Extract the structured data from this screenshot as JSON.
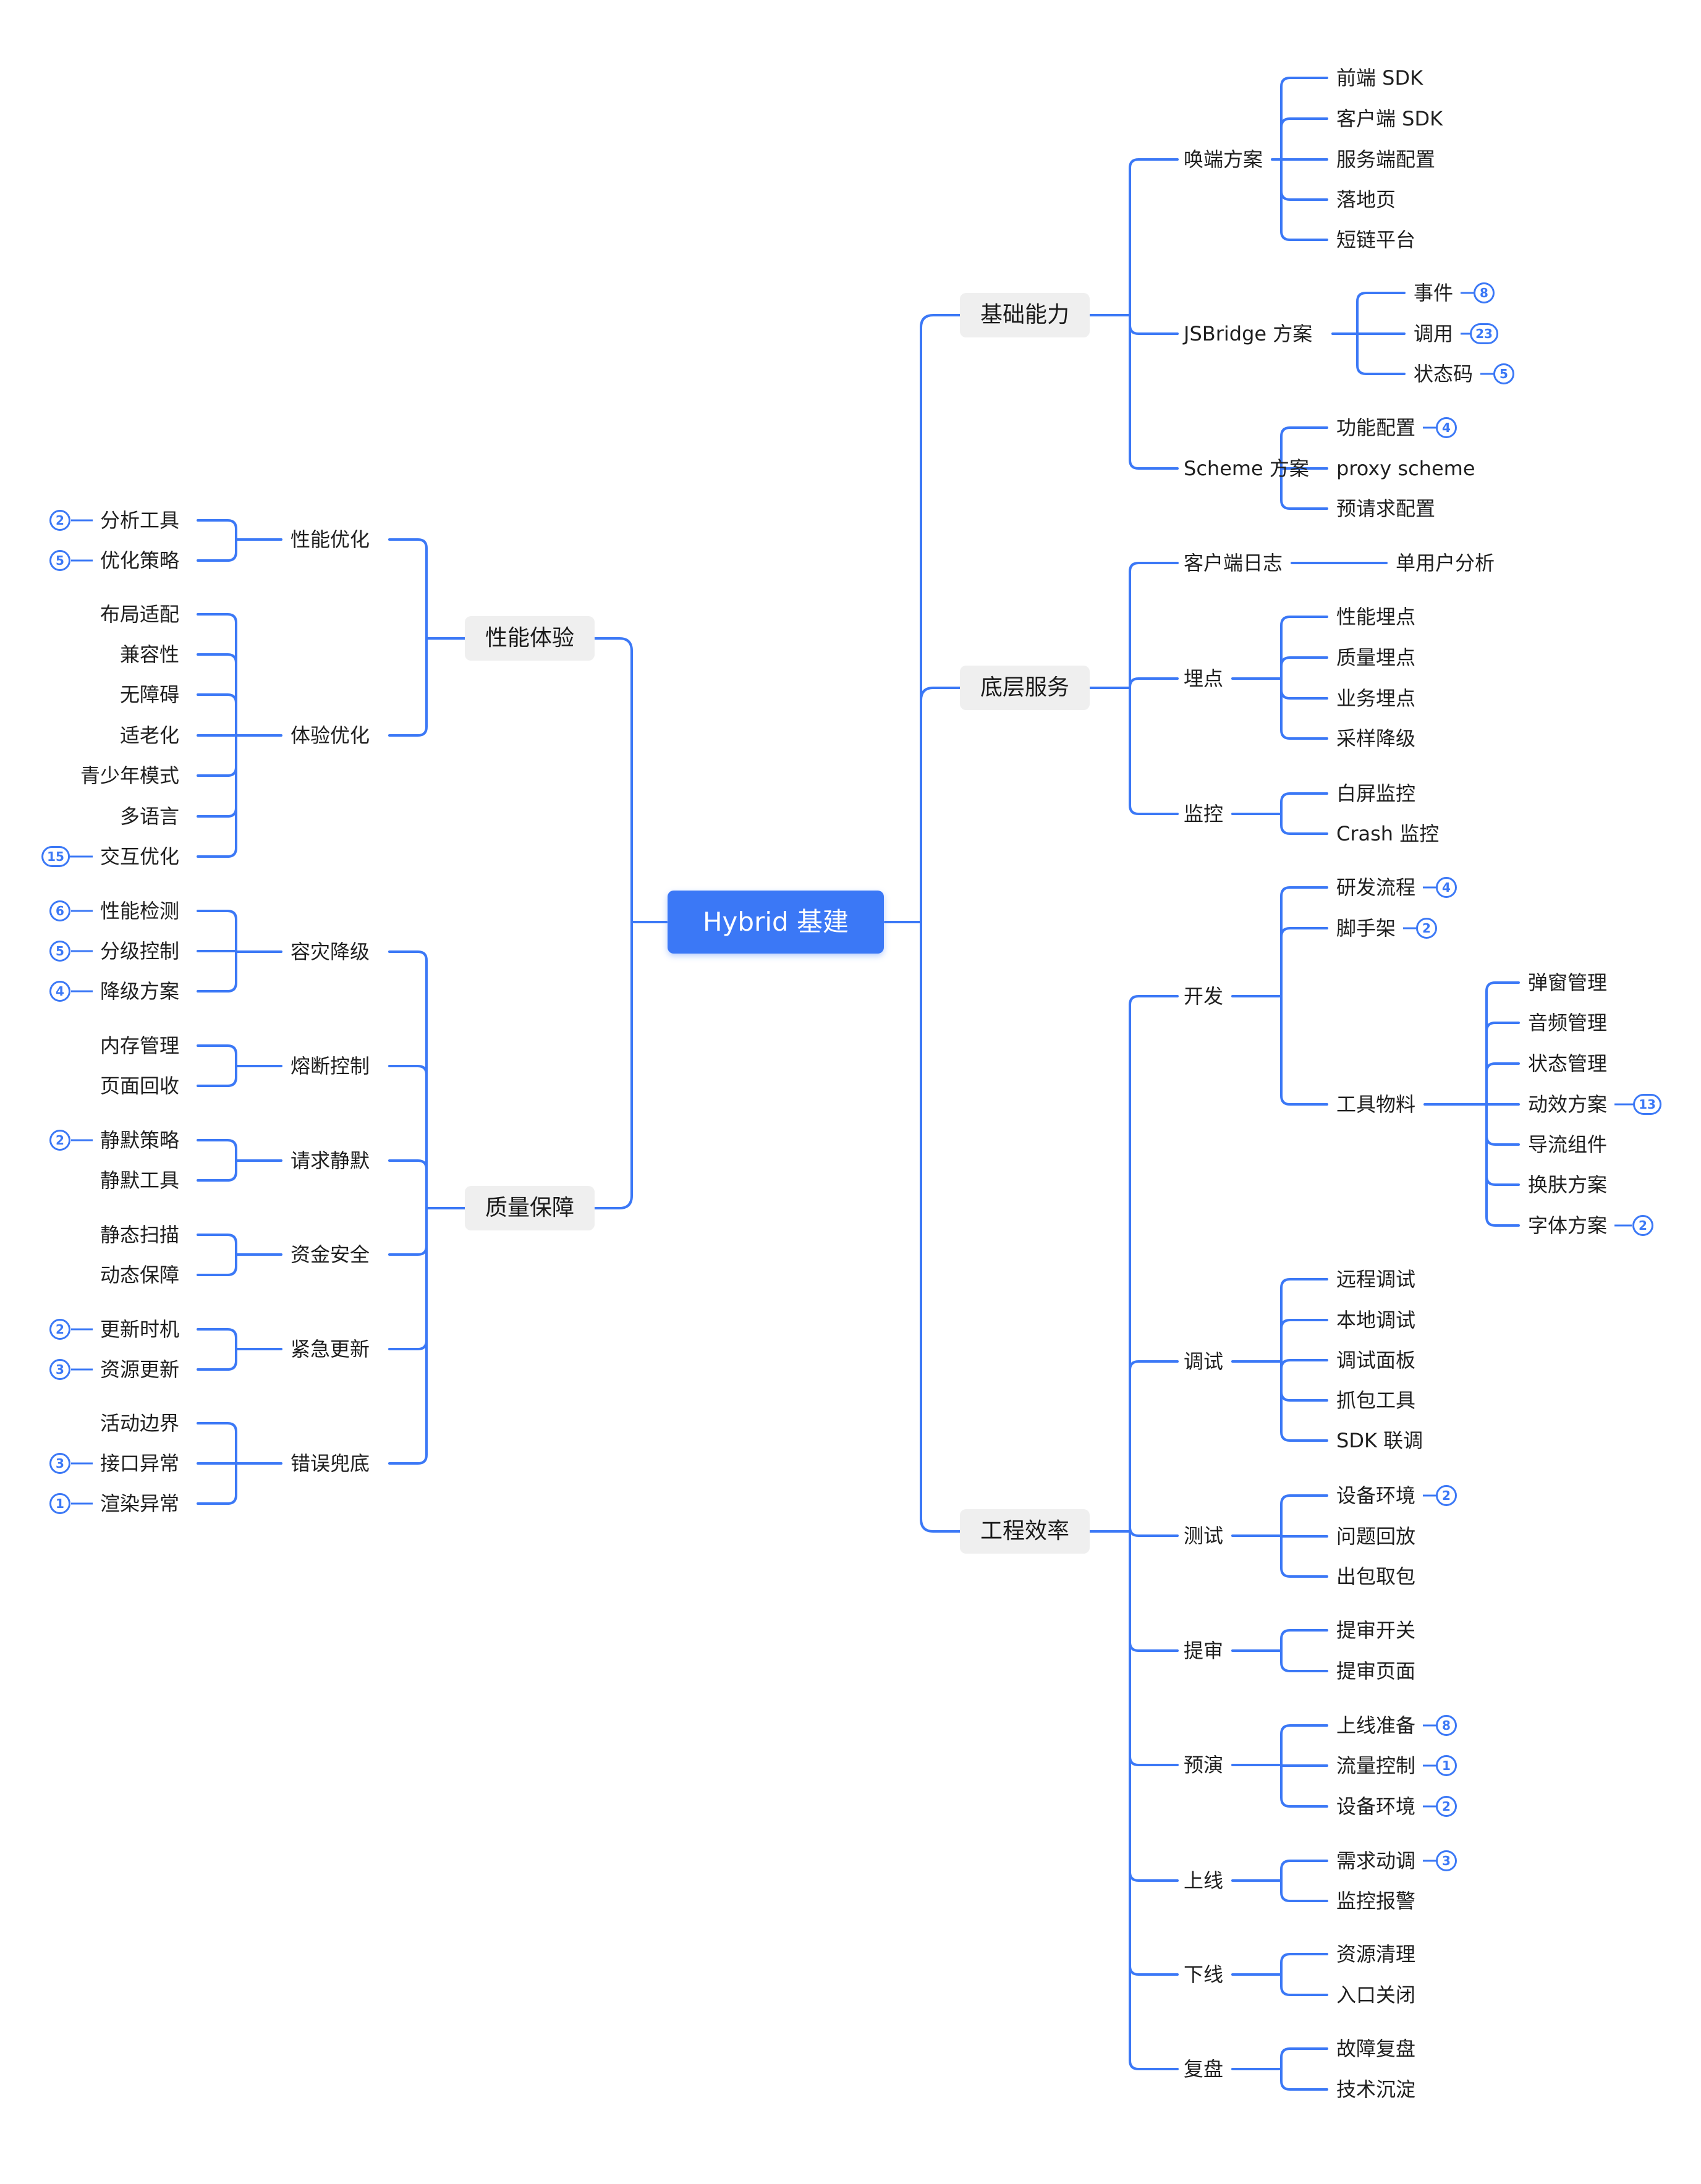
{
  "root": "Hybrid 基建",
  "colors": {
    "line": "#3b78f6",
    "root_bg": "#3b78f6",
    "box_bg": "#efefef",
    "badge": "#3b78f6"
  },
  "right": [
    {
      "label": "基础能力",
      "children": [
        {
          "label": "唤端方案",
          "children": [
            {
              "label": "前端 SDK"
            },
            {
              "label": "客户端 SDK"
            },
            {
              "label": "服务端配置"
            },
            {
              "label": "落地页"
            },
            {
              "label": "短链平台"
            }
          ]
        },
        {
          "label": "JSBridge 方案",
          "children": [
            {
              "label": "事件",
              "badge": "8"
            },
            {
              "label": "调用",
              "badge": "23"
            },
            {
              "label": "状态码",
              "badge": "5"
            }
          ]
        },
        {
          "label": "Scheme 方案",
          "children": [
            {
              "label": "功能配置",
              "badge": "4"
            },
            {
              "label": "proxy scheme"
            },
            {
              "label": "预请求配置"
            }
          ]
        }
      ]
    },
    {
      "label": "底层服务",
      "children": [
        {
          "label": "客户端日志",
          "children": [
            {
              "label": "单用户分析"
            }
          ]
        },
        {
          "label": "埋点",
          "children": [
            {
              "label": "性能埋点"
            },
            {
              "label": "质量埋点"
            },
            {
              "label": "业务埋点"
            },
            {
              "label": "采样降级"
            }
          ]
        },
        {
          "label": "监控",
          "children": [
            {
              "label": "白屏监控"
            },
            {
              "label": "Crash 监控"
            }
          ]
        }
      ]
    },
    {
      "label": "工程效率",
      "children": [
        {
          "label": "开发",
          "children": [
            {
              "label": "研发流程",
              "badge": "4"
            },
            {
              "label": "脚手架",
              "badge": "2"
            },
            {
              "label": "工具物料",
              "children": [
                {
                  "label": "弹窗管理"
                },
                {
                  "label": "音频管理"
                },
                {
                  "label": "状态管理"
                },
                {
                  "label": "动效方案",
                  "badge": "13"
                },
                {
                  "label": "导流组件"
                },
                {
                  "label": "换肤方案"
                },
                {
                  "label": "字体方案",
                  "badge": "2"
                }
              ]
            }
          ]
        },
        {
          "label": "调试",
          "children": [
            {
              "label": "远程调试"
            },
            {
              "label": "本地调试"
            },
            {
              "label": "调试面板"
            },
            {
              "label": "抓包工具"
            },
            {
              "label": "SDK 联调"
            }
          ]
        },
        {
          "label": "测试",
          "children": [
            {
              "label": "设备环境",
              "badge": "2"
            },
            {
              "label": "问题回放"
            },
            {
              "label": "出包取包"
            }
          ]
        },
        {
          "label": "提审",
          "children": [
            {
              "label": "提审开关"
            },
            {
              "label": "提审页面"
            }
          ]
        },
        {
          "label": "预演",
          "children": [
            {
              "label": "上线准备",
              "badge": "8"
            },
            {
              "label": "流量控制",
              "badge": "1"
            },
            {
              "label": "设备环境",
              "badge": "2"
            }
          ]
        },
        {
          "label": "上线",
          "children": [
            {
              "label": "需求动调",
              "badge": "3"
            },
            {
              "label": "监控报警"
            }
          ]
        },
        {
          "label": "下线",
          "children": [
            {
              "label": "资源清理"
            },
            {
              "label": "入口关闭"
            }
          ]
        },
        {
          "label": "复盘",
          "children": [
            {
              "label": "故障复盘"
            },
            {
              "label": "技术沉淀"
            }
          ]
        }
      ]
    }
  ],
  "left": [
    {
      "label": "性能体验",
      "children": [
        {
          "label": "性能优化",
          "children": [
            {
              "label": "分析工具",
              "badge": "2"
            },
            {
              "label": "优化策略",
              "badge": "5"
            }
          ]
        },
        {
          "label": "体验优化",
          "children": [
            {
              "label": "布局适配"
            },
            {
              "label": "兼容性"
            },
            {
              "label": "无障碍"
            },
            {
              "label": "适老化"
            },
            {
              "label": "青少年模式"
            },
            {
              "label": "多语言"
            },
            {
              "label": "交互优化",
              "badge": "15"
            }
          ]
        }
      ]
    },
    {
      "label": "质量保障",
      "children": [
        {
          "label": "容灾降级",
          "children": [
            {
              "label": "性能检测",
              "badge": "6"
            },
            {
              "label": "分级控制",
              "badge": "5"
            },
            {
              "label": "降级方案",
              "badge": "4"
            }
          ]
        },
        {
          "label": "熔断控制",
          "children": [
            {
              "label": "内存管理"
            },
            {
              "label": "页面回收"
            }
          ]
        },
        {
          "label": "请求静默",
          "children": [
            {
              "label": "静默策略",
              "badge": "2"
            },
            {
              "label": "静默工具"
            }
          ]
        },
        {
          "label": "资金安全",
          "children": [
            {
              "label": "静态扫描"
            },
            {
              "label": "动态保障"
            }
          ]
        },
        {
          "label": "紧急更新",
          "children": [
            {
              "label": "更新时机",
              "badge": "2"
            },
            {
              "label": "资源更新",
              "badge": "3"
            }
          ]
        },
        {
          "label": "错误兜底",
          "children": [
            {
              "label": "活动边界"
            },
            {
              "label": "接口异常",
              "badge": "3"
            },
            {
              "label": "渲染异常",
              "badge": "1"
            }
          ]
        }
      ]
    }
  ]
}
